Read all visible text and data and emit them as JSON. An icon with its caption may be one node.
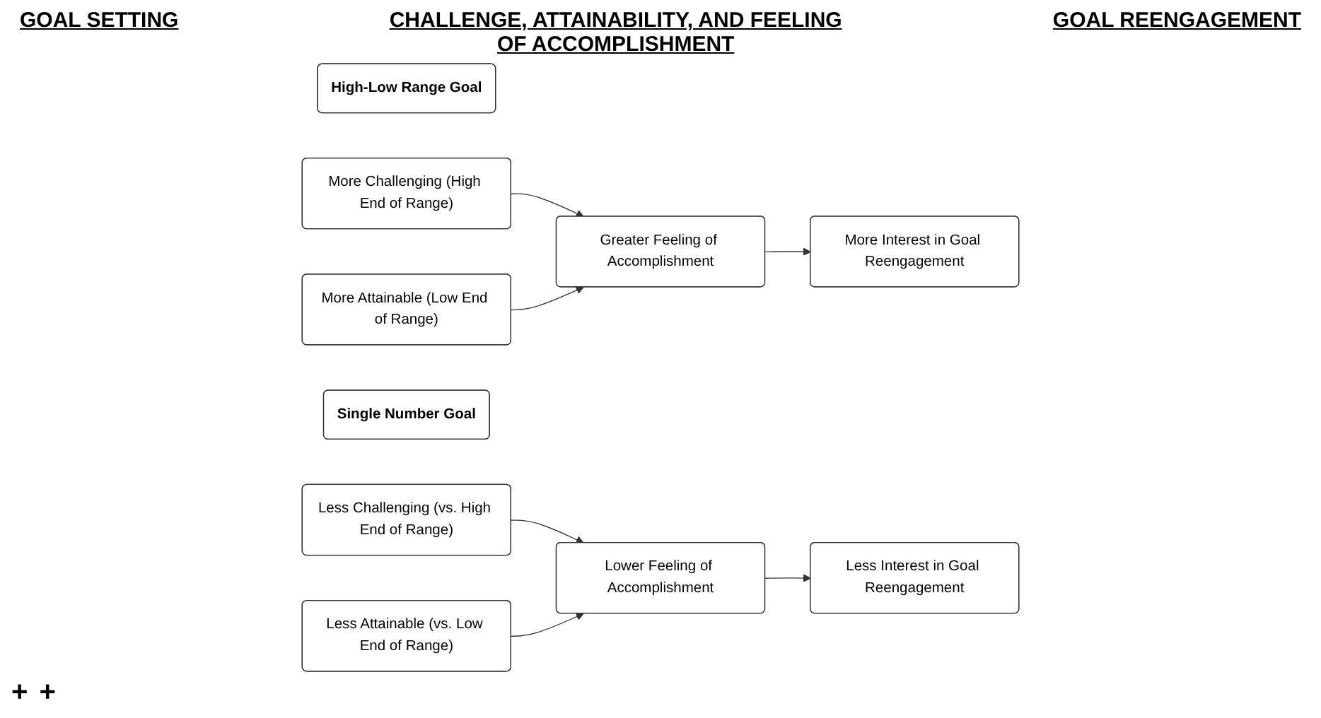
{
  "diagram": {
    "nodes": [
      {
        "text": [
          "High-Low Range Goal"
        ]
      },
      {
        "text": [
          "More Challenging (High End of Range)"
        ]
      },
      {
        "text": [
          "More Attainable (Low End of Range)"
        ]
      },
      {
        "text": [
          "Greater Feeling of Accomplishment"
        ]
      },
      {
        "text": [
          "More Interest in Goal Reengagement"
        ]
      },
      {
        "text": [
          "Single Number Goal"
        ]
      },
      {
        "text": [
          "Less Challenging (vs. High End of Range)"
        ]
      },
      {
        "text": [
          "Less Attainable (vs. Low End of Range)"
        ]
      },
      {
        "text": [
          "Lower Feeling of Accomplishment"
        ]
      },
      {
        "text": [
          "Less Interest in Goal Reengagement"
        ]
      }
    ],
    "edges": [
      {
        "from": 1,
        "to": 3,
        "arrow": "to"
      },
      {
        "from": 2,
        "to": 3,
        "arrow": "to"
      },
      {
        "from": 3,
        "to": 4,
        "arrow": "to"
      },
      {
        "from": 6,
        "to": 8,
        "arrow": "to"
      },
      {
        "from": 7,
        "to": 8,
        "arrow": "to"
      },
      {
        "from": 8,
        "to": 9,
        "arrow": "to"
      }
    ],
    "labels": [
      "GOAL SETTING",
      "CHALLENGE, ATTAINABILITY, AND FEELING OF ACCOMPLISHMENT",
      "GOAL REENGAGEMENT",
      "+",
      "+"
    ]
  }
}
